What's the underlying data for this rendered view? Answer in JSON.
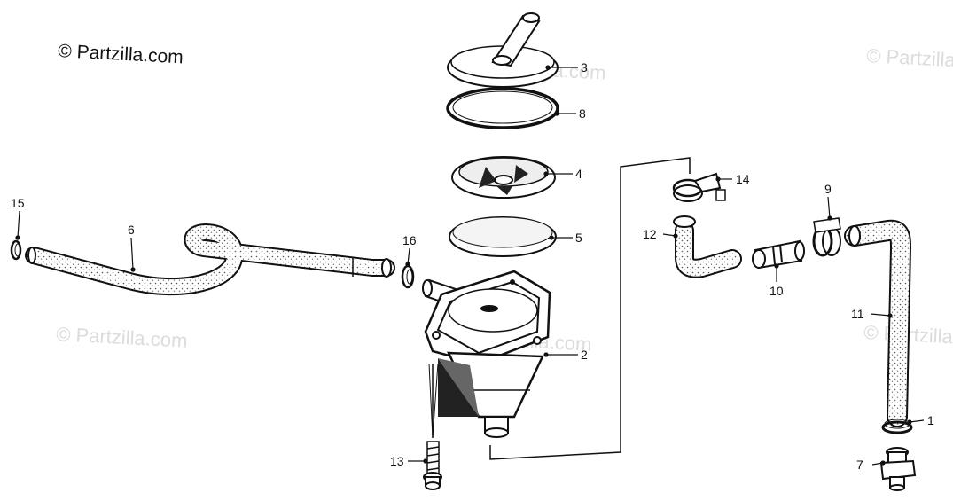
{
  "copyright": "© Partzilla.com",
  "watermark": "© Partzilla.com",
  "callouts": {
    "c1": "1",
    "c2": "2",
    "c3": "3",
    "c4": "4",
    "c5": "5",
    "c6": "6",
    "c7": "7",
    "c8": "8",
    "c9": "9",
    "c10": "10",
    "c11": "11",
    "c12": "12",
    "c13": "13",
    "c14": "14",
    "c15": "15",
    "c16": "16"
  }
}
